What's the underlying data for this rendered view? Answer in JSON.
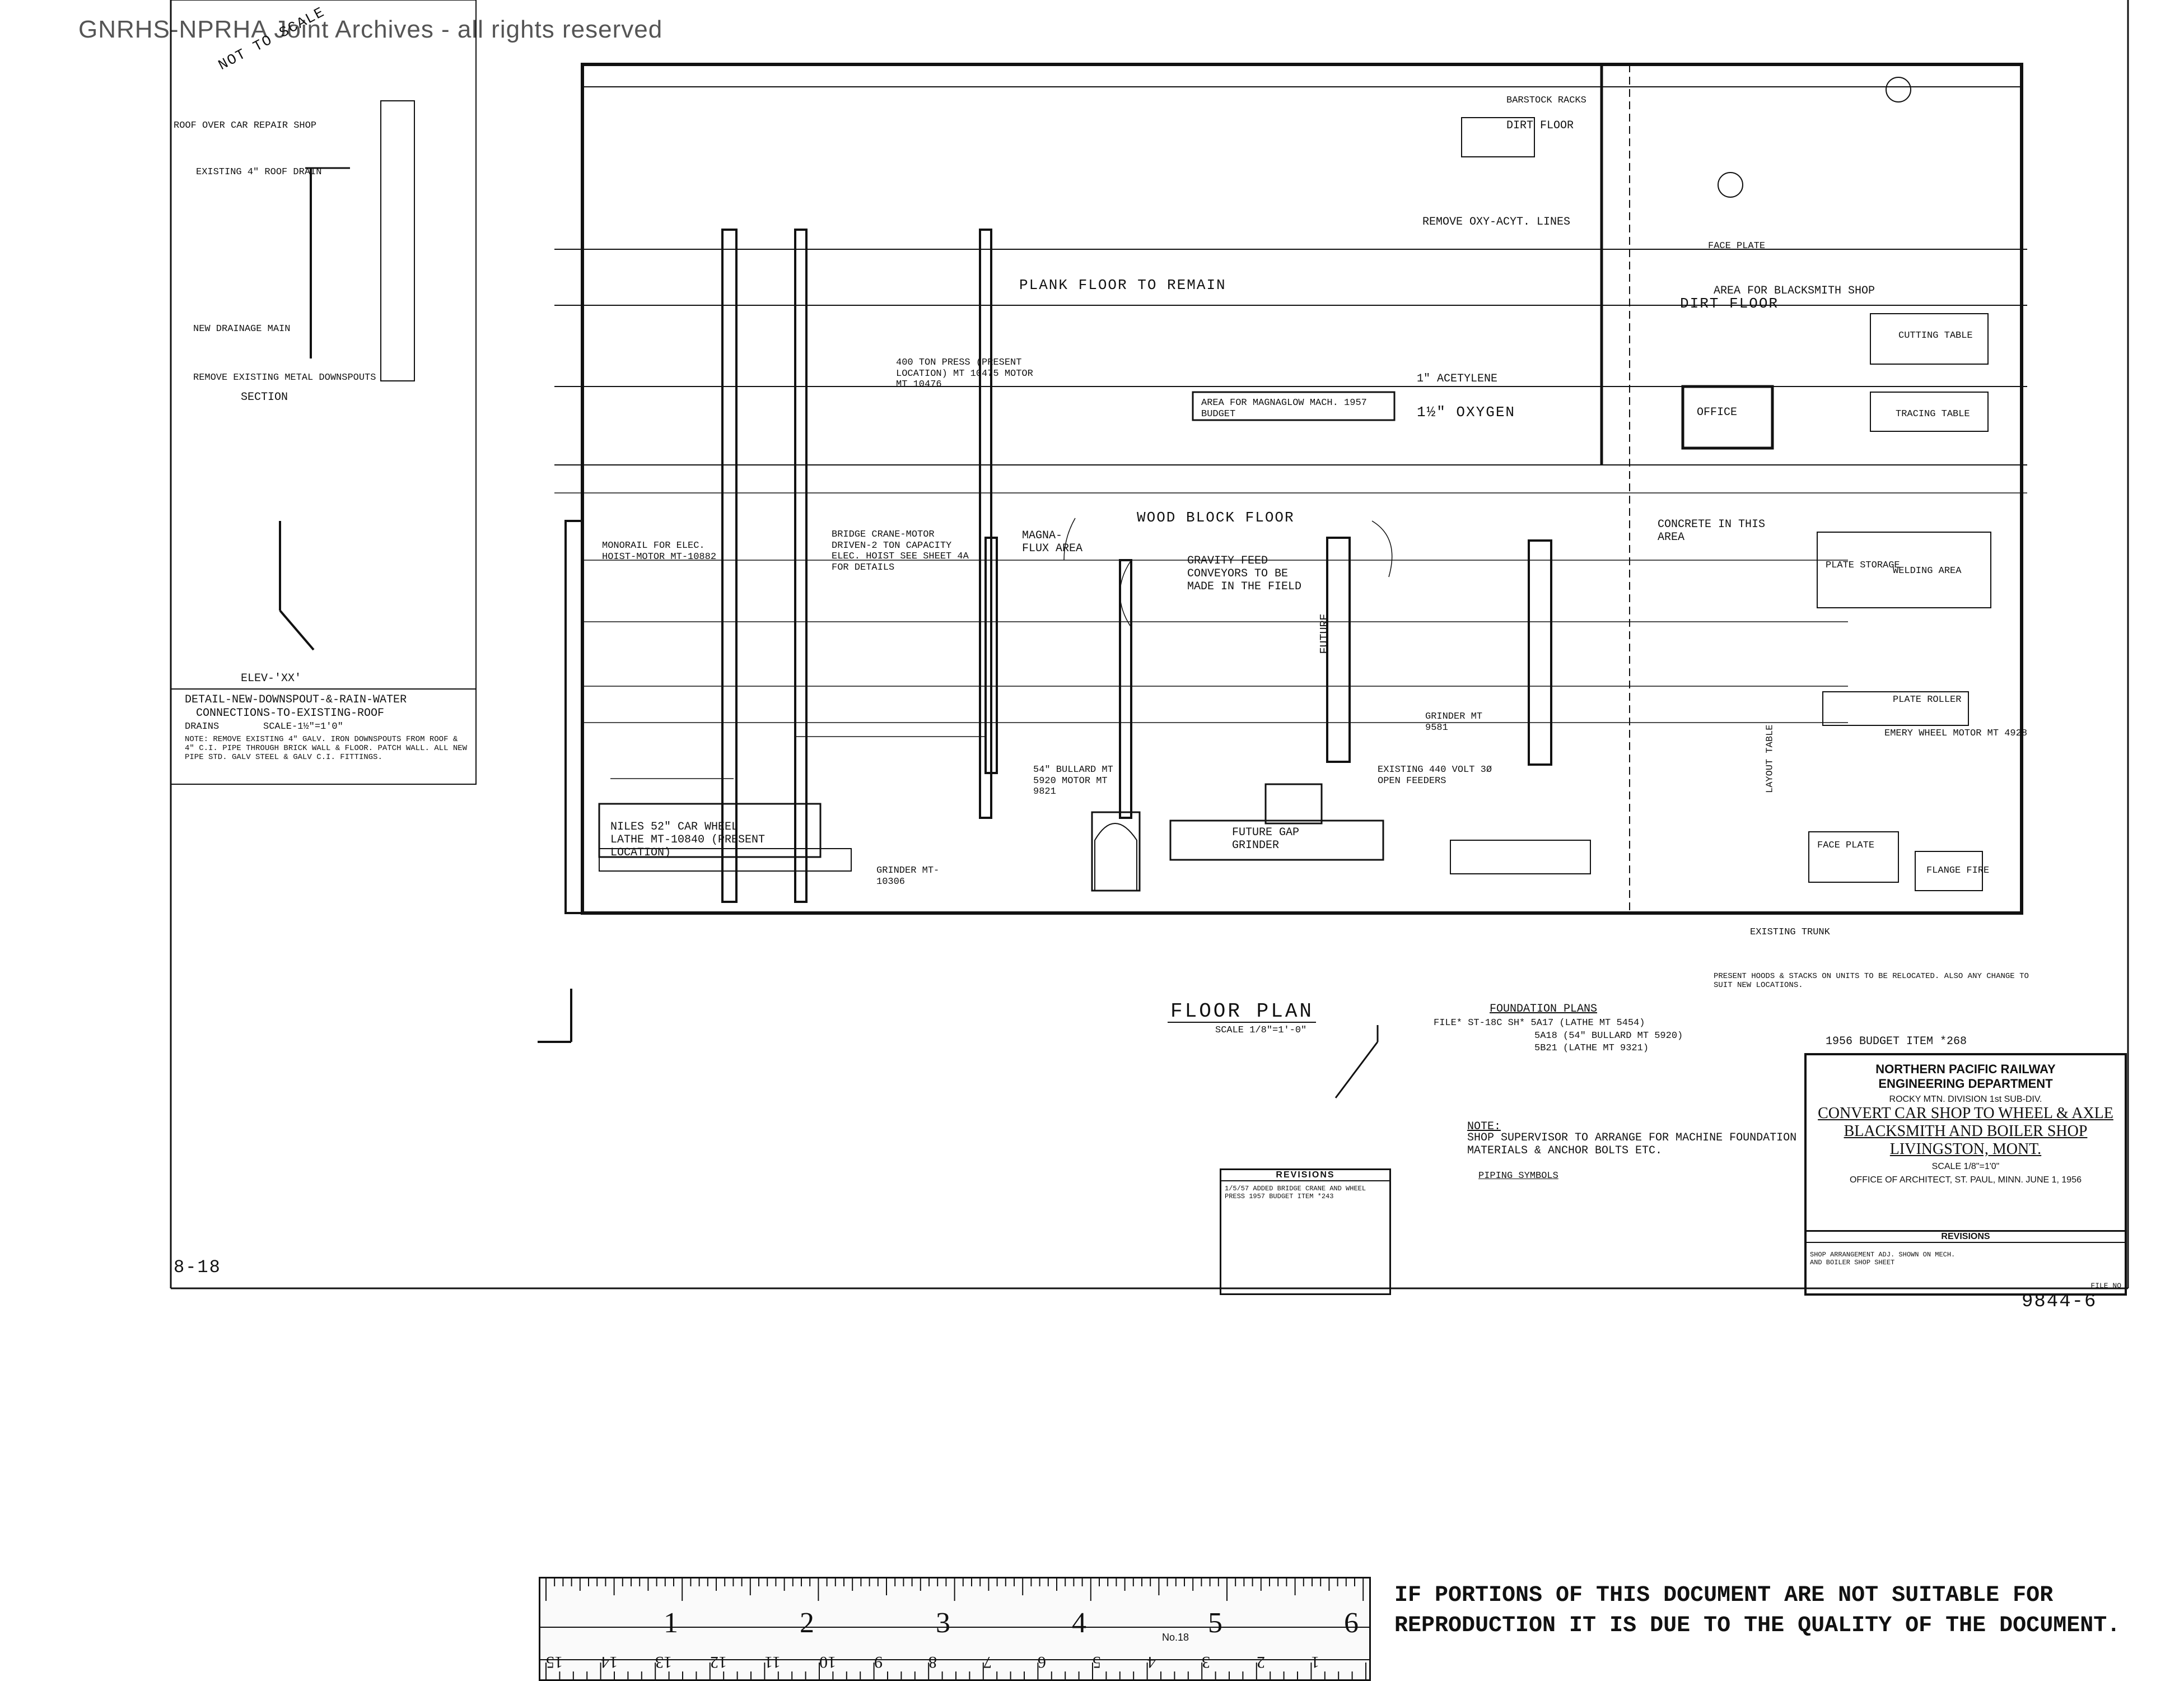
{
  "watermark": "GNRHS-NPRHA Joint Archives - all rights reserved",
  "drawing_labels": {
    "not_to_scale": "NOT TO SCALE",
    "section": "SECTION",
    "elev_xx": "ELEV-'XX'",
    "detail_title_line1": "DETAIL-NEW-DOWNSPOUT-&-RAIN-WATER",
    "detail_title_line2": "CONNECTIONS-TO-EXISTING-ROOF",
    "detail_title_line3": "DRAINS",
    "detail_scale": "SCALE-1½\"=1'0\"",
    "detail_note": "NOTE: REMOVE EXISTING 4\" GALV. IRON DOWNSPOUTS FROM ROOF & 4\" C.I. PIPE THROUGH BRICK WALL & FLOOR. PATCH WALL. ALL NEW PIPE STD. GALV STEEL & GALV C.I. FITTINGS.",
    "roof_over_repair_shop": "ROOF OVER CAR REPAIR SHOP",
    "existing_roof_drain": "EXISTING 4\" ROOF DRAIN",
    "new_drainage_main": "NEW DRAINAGE MAIN",
    "remove_existing_downspouts": "REMOVE EXISTING METAL DOWNSPOUTS",
    "plank_floor": "PLANK FLOOR TO REMAIN",
    "remove_oxy_acyt": "REMOVE OXY-ACYT. LINES",
    "acetylene": "1\" ACETYLENE",
    "oxygen": "1½\" OXYGEN",
    "wood_block_floor": "WOOD BLOCK FLOOR",
    "concrete": "CONCRETE IN THIS AREA",
    "blacksmith_area": "AREA FOR BLACKSMITH SHOP",
    "dirt_floor": "DIRT FLOOR",
    "barstock_racks": "BARSTOCK RACKS",
    "office": "OFFICE",
    "face_plate": "FACE PLATE",
    "cutting_table": "CUTTING TABLE",
    "tracing_table": "TRACING TABLE",
    "plate_storage": "PLATE STORAGE",
    "welding_area": "WELDING AREA",
    "plate_roller": "PLATE ROLLER",
    "emery_wheel": "EMERY WHEEL MOTOR MT 4928",
    "face_plate_2": "FACE PLATE",
    "flange_fire": "FLANGE FIRE",
    "layout_table": "LAYOUT TABLE",
    "niles_lathe": "NILES 52\" CAR WHEEL LATHE MT-10840 (PRESENT LOCATION)",
    "bullard": "54\" BULLARD MT 5920 MOTOR MT 9821",
    "gap_grinder": "FUTURE GAP GRINDER",
    "grinder": "GRINDER MT-10306",
    "press_400": "400 TON PRESS (PRESENT LOCATION) MT 10475 MOTOR MT 10476",
    "magnaglow": "AREA FOR MAGNAGLOW MACH. 1957 BUDGET",
    "magnaflux": "MAGNA-FLUX AREA",
    "gravity_feed": "GRAVITY FEED CONVEYORS TO BE MADE IN THE FIELD",
    "bridge_crane": "BRIDGE CRANE-MOTOR DRIVEN-2 TON CAPACITY ELEC. HOIST SEE SHEET 4A FOR DETAILS",
    "monorail": "MONORAIL FOR ELEC. HOIST-MOTOR MT-10882",
    "future": "FUTURE",
    "grinder_2": "GRINDER MT 9581",
    "existing_440": "EXISTING 440 VOLT 3Ø OPEN FEEDERS",
    "floor_plan_title": "FLOOR PLAN",
    "floor_plan_scale": "SCALE 1/8\"=1'-0\"",
    "foundation_plans": "FOUNDATION PLANS",
    "foundation_lines": [
      "FILE* ST-18C SH* 5A17 (LATHE MT 5454)",
      "5A18 (54\" BULLARD MT 5920)",
      "5B21 (LATHE MT 9321)"
    ],
    "note_title": "NOTE:",
    "note_text": "SHOP SUPERVISOR TO ARRANGE FOR MACHINE FOUNDATION MATERIALS & ANCHOR BOLTS ETC.",
    "piping_symbols": "PIPING SYMBOLS",
    "bottom_note": "PRESENT HOODS & STACKS ON UNITS TO BE RELOCATED. ALSO ANY CHANGE TO SUIT NEW LOCATIONS.",
    "existing_trunk": "EXISTING TRUNK",
    "sheet_id": "8-18",
    "drawing_no": "9844-6"
  },
  "title_block": {
    "budget": "1956 BUDGET ITEM *268",
    "company": "NORTHERN PACIFIC RAILWAY",
    "dept": "ENGINEERING DEPARTMENT",
    "division": "ROCKY MTN. DIVISION 1st SUB-DIV.",
    "title1": "CONVERT CAR SHOP TO WHEEL & AXLE",
    "title2": "BLACKSMITH AND BOILER SHOP",
    "title3": "LIVINGSTON, MONT.",
    "scale": "SCALE 1/8\"=1'0\"",
    "office": "OFFICE OF ARCHITECT, ST. PAUL, MINN. JUNE 1, 1956",
    "revisions": "REVISIONS",
    "rev_text": "SHOP ARRANGEMENT ADJ. SHOWN ON MECH. AND BOILER SHOP SHEET",
    "file_no": "FILE NO"
  },
  "revision_table": {
    "title": "REVISIONS",
    "entry": "1/5/57 ADDED BRIDGE CRANE AND WHEEL PRESS 1957 BUDGET ITEM *243"
  },
  "ruler": {
    "top_numbers": [
      "1",
      "2",
      "3",
      "4",
      "5",
      "6"
    ],
    "bottom_numbers": [
      "15",
      "14",
      "13",
      "12",
      "11",
      "10",
      "9",
      "8",
      "7",
      "6",
      "5",
      "4",
      "3",
      "2",
      "1"
    ],
    "model": "No.18"
  },
  "notice": "IF PORTIONS OF THIS DOCUMENT ARE NOT SUITABLE FOR REPRODUCTION IT IS DUE TO THE QUALITY OF THE DOCUMENT."
}
